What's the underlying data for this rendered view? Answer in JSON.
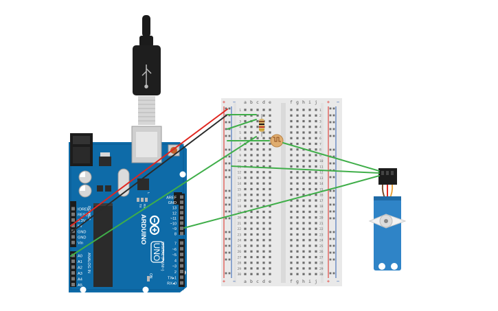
{
  "arduino": {
    "brand": "ARDUINO",
    "model": "UNO",
    "power_header_title": "POWER",
    "analog_header_title": "ANALOG IN",
    "digital_header_title": "DIGITAL (PWM~)",
    "power_pins": [
      "IOREF",
      "RESET",
      "3.3V",
      "5V",
      "GND",
      "GND",
      "Vin"
    ],
    "analog_pins": [
      "A0",
      "A1",
      "A2",
      "A3",
      "A4",
      "A5"
    ],
    "digital_top_pins": [
      "AREF",
      "GND",
      "13",
      "12",
      "~11",
      "~10",
      "~9",
      "8"
    ],
    "digital_bottom_pins": [
      "7",
      "~6",
      "~5",
      "4",
      "~3",
      "2",
      "TX▸1",
      "RX◂0"
    ],
    "led_labels": [
      "TX",
      "RX"
    ],
    "led_l_label": "L",
    "on_label": "ON"
  },
  "breadboard": {
    "column_letters_left": [
      "a",
      "b",
      "c",
      "d",
      "e"
    ],
    "column_letters_right": [
      "f",
      "g",
      "h",
      "i",
      "j"
    ],
    "row_numbers": [
      "1",
      "2",
      "3",
      "4",
      "5",
      "6",
      "7",
      "8",
      "9",
      "10",
      "11",
      "12",
      "13",
      "14",
      "15",
      "16",
      "17",
      "18",
      "19",
      "20",
      "21",
      "22",
      "23",
      "24",
      "25",
      "26",
      "27",
      "28",
      "29",
      "30"
    ],
    "rail_plus": "+",
    "rail_minus": "−"
  },
  "colors": {
    "board_blue": "#0e6ba8",
    "board_dark": "#0b5a8f",
    "wire_red": "#e0261f",
    "wire_black": "#2a2a2a",
    "wire_green": "#3fae49",
    "servo_blue": "#2f84c7",
    "breadboard": "#e8e8e8",
    "rail_red": "#e0261f",
    "rail_blue": "#2d5fb3"
  }
}
